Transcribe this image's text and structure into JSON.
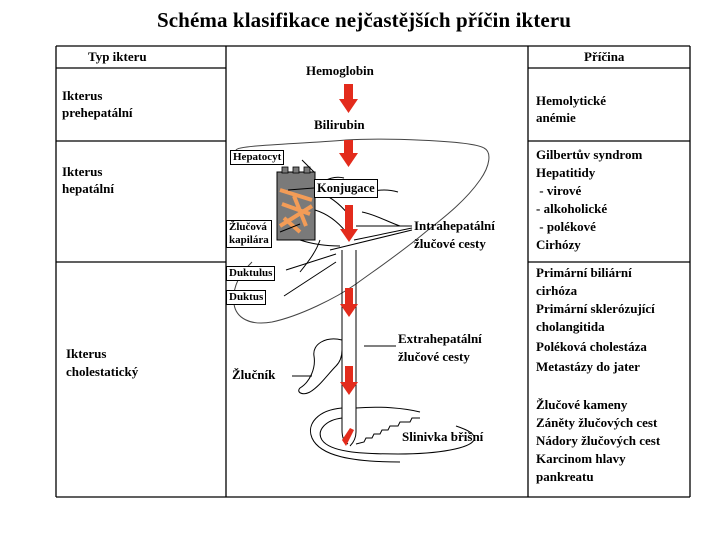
{
  "title": "Schéma klasifikace nejčastějších příčin ikteru",
  "table": {
    "header_left": "Typ ikteru",
    "header_right": "Příčina",
    "rows": [
      {
        "type_lines": [
          "Ikterus",
          "prehepatální"
        ],
        "cause_lines": [
          "Hemolytické",
          "anémie"
        ]
      },
      {
        "type_lines": [
          "Ikterus",
          "hepatální"
        ],
        "cause_lines": [
          "Gilbertův syndrom",
          "Hepatitidy",
          " - virové",
          "- alkoholické",
          " - polékové",
          "Cirhózy"
        ]
      },
      {
        "type_lines": [
          "Ikterus",
          "cholestatický"
        ],
        "cause_lines": [
          "Primární  biliární",
          "cirhóza",
          "Primární sklerózující",
          "cholangitida",
          "Poléková cholestáza",
          "Metastázy do jater",
          "",
          "Žlučové kameny",
          "Záněty žlučových cest",
          "Nádory žlučových cest",
          "Karcinom hlavy",
          "pankreatu"
        ]
      }
    ]
  },
  "diagram": {
    "hemoglobin": "Hemoglobin",
    "bilirubin": "Bilirubin",
    "hepatocyt": "Hepatocyt",
    "konjugace": "Konjugace",
    "zlucova_kapilara": [
      "Žlučová",
      "kapilára"
    ],
    "intrahepatalni": [
      "Intrahepatální",
      "žlučové cesty"
    ],
    "duktulus": "Duktulus",
    "duktus": "Duktus",
    "extrahepatalni": [
      "Extrahepatální",
      "žlučové cesty"
    ],
    "zlucnik": "Žlučník",
    "slinivka": "Slinivka břišní"
  },
  "colors": {
    "arrow": "#e32b1c",
    "hepatocyte_fill": "#7a7a7a",
    "hepatocyte_orange": "#f39c57"
  }
}
